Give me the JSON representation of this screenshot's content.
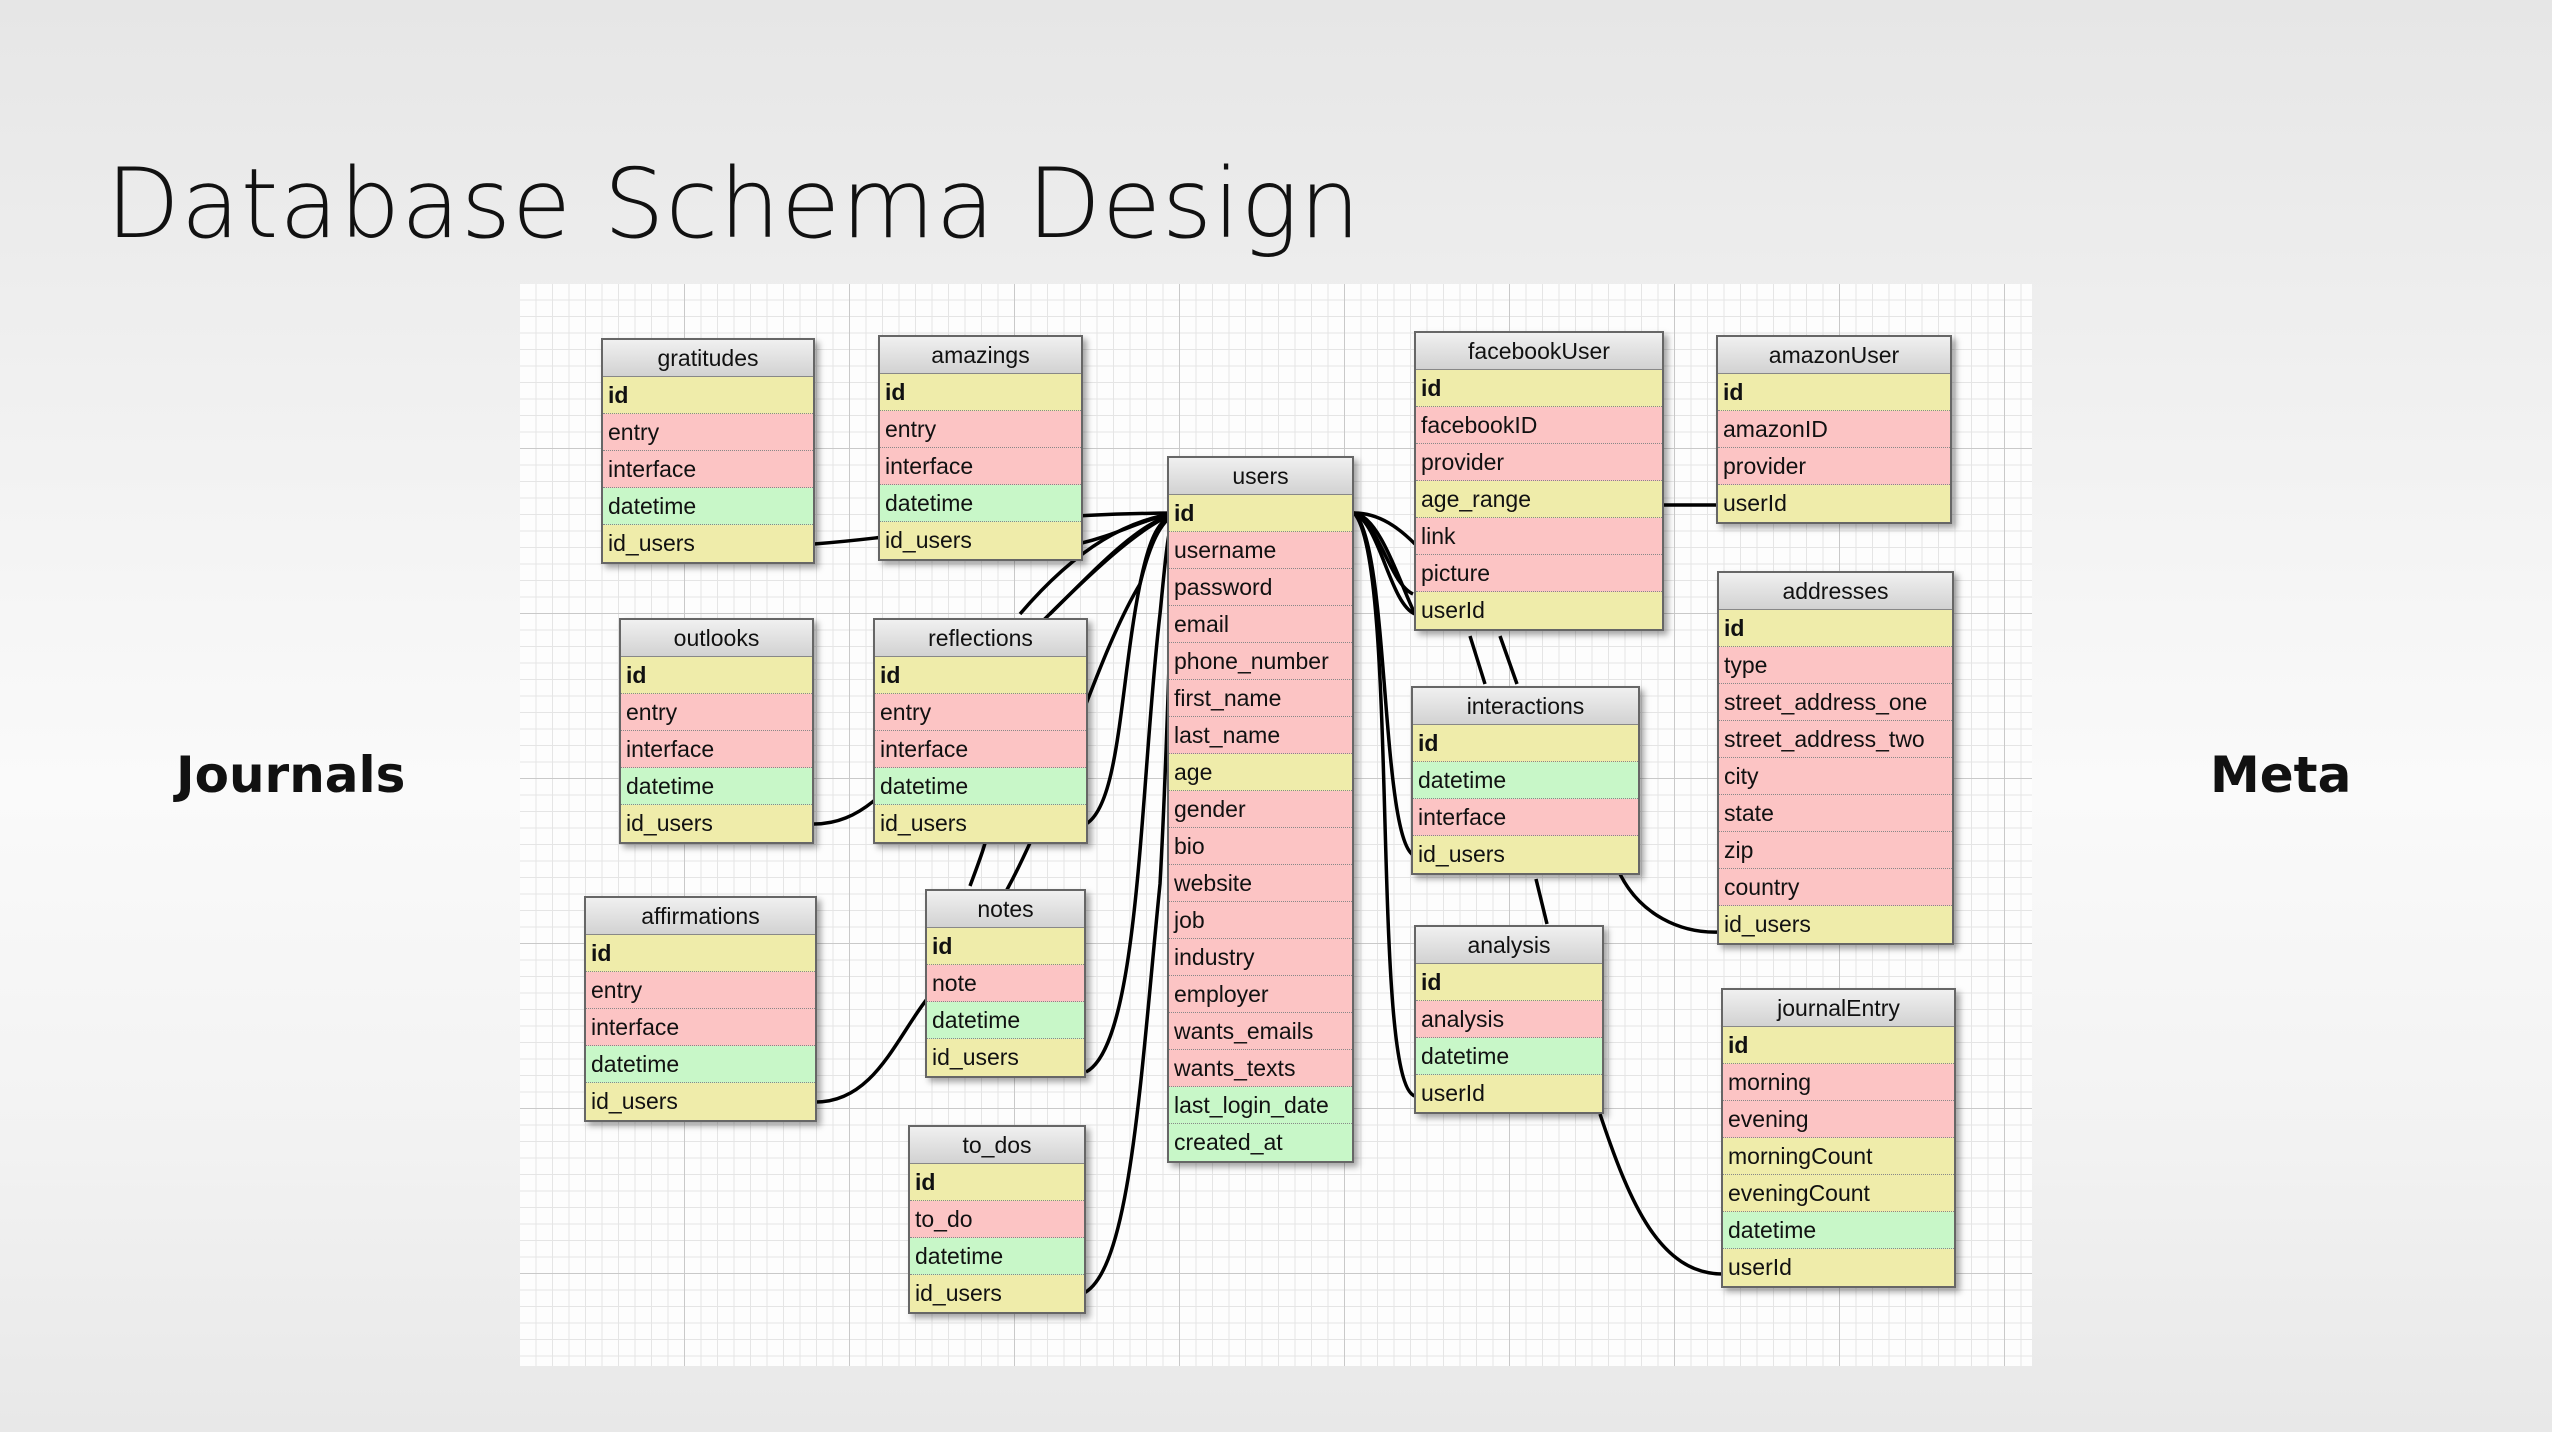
{
  "title": "Database Schema Design",
  "labels": {
    "left": "Journals",
    "right": "Meta"
  },
  "colors": {
    "key": "#efecaa",
    "text": "#fcc4c4",
    "date": "#c8f7c8"
  },
  "tables": {
    "gratitudes": {
      "name": "gratitudes",
      "fields": [
        {
          "label": "id",
          "c": "y",
          "pk": true
        },
        {
          "label": "entry",
          "c": "r"
        },
        {
          "label": "interface",
          "c": "r"
        },
        {
          "label": "datetime",
          "c": "g"
        },
        {
          "label": "id_users",
          "c": "y"
        }
      ]
    },
    "amazings": {
      "name": "amazings",
      "fields": [
        {
          "label": "id",
          "c": "y",
          "pk": true
        },
        {
          "label": "entry",
          "c": "r"
        },
        {
          "label": "interface",
          "c": "r"
        },
        {
          "label": "datetime",
          "c": "g"
        },
        {
          "label": "id_users",
          "c": "y"
        }
      ]
    },
    "outlooks": {
      "name": "outlooks",
      "fields": [
        {
          "label": "id",
          "c": "y",
          "pk": true
        },
        {
          "label": "entry",
          "c": "r"
        },
        {
          "label": "interface",
          "c": "r"
        },
        {
          "label": "datetime",
          "c": "g"
        },
        {
          "label": "id_users",
          "c": "y"
        }
      ]
    },
    "reflections": {
      "name": "reflections",
      "fields": [
        {
          "label": "id",
          "c": "y",
          "pk": true
        },
        {
          "label": "entry",
          "c": "r"
        },
        {
          "label": "interface",
          "c": "r"
        },
        {
          "label": "datetime",
          "c": "g"
        },
        {
          "label": "id_users",
          "c": "y"
        }
      ]
    },
    "affirmations": {
      "name": "affirmations",
      "fields": [
        {
          "label": "id",
          "c": "y",
          "pk": true
        },
        {
          "label": "entry",
          "c": "r"
        },
        {
          "label": "interface",
          "c": "r"
        },
        {
          "label": "datetime",
          "c": "g"
        },
        {
          "label": "id_users",
          "c": "y"
        }
      ]
    },
    "notes": {
      "name": "notes",
      "fields": [
        {
          "label": "id",
          "c": "y",
          "pk": true
        },
        {
          "label": "note",
          "c": "r"
        },
        {
          "label": "datetime",
          "c": "g"
        },
        {
          "label": "id_users",
          "c": "y"
        }
      ]
    },
    "to_dos": {
      "name": "to_dos",
      "fields": [
        {
          "label": "id",
          "c": "y",
          "pk": true
        },
        {
          "label": "to_do",
          "c": "r"
        },
        {
          "label": "datetime",
          "c": "g"
        },
        {
          "label": "id_users",
          "c": "y"
        }
      ]
    },
    "users": {
      "name": "users",
      "fields": [
        {
          "label": "id",
          "c": "y",
          "pk": true
        },
        {
          "label": "username",
          "c": "r"
        },
        {
          "label": "password",
          "c": "r"
        },
        {
          "label": "email",
          "c": "r"
        },
        {
          "label": "phone_number",
          "c": "r"
        },
        {
          "label": "first_name",
          "c": "r"
        },
        {
          "label": "last_name",
          "c": "r"
        },
        {
          "label": "age",
          "c": "y"
        },
        {
          "label": "gender",
          "c": "r"
        },
        {
          "label": "bio",
          "c": "r"
        },
        {
          "label": "website",
          "c": "r"
        },
        {
          "label": "job",
          "c": "r"
        },
        {
          "label": "industry",
          "c": "r"
        },
        {
          "label": "employer",
          "c": "r"
        },
        {
          "label": "wants_emails",
          "c": "r"
        },
        {
          "label": "wants_texts",
          "c": "r"
        },
        {
          "label": "last_login_date",
          "c": "g"
        },
        {
          "label": "created_at",
          "c": "g"
        }
      ]
    },
    "facebookUser": {
      "name": "facebookUser",
      "fields": [
        {
          "label": "id",
          "c": "y",
          "pk": true
        },
        {
          "label": "facebookID",
          "c": "r"
        },
        {
          "label": "provider",
          "c": "r"
        },
        {
          "label": "age_range",
          "c": "y"
        },
        {
          "label": "link",
          "c": "r"
        },
        {
          "label": "picture",
          "c": "r"
        },
        {
          "label": "userId",
          "c": "y"
        }
      ]
    },
    "amazonUser": {
      "name": "amazonUser",
      "fields": [
        {
          "label": "id",
          "c": "y",
          "pk": true
        },
        {
          "label": "amazonID",
          "c": "r"
        },
        {
          "label": "provider",
          "c": "r"
        },
        {
          "label": "userId",
          "c": "y"
        }
      ]
    },
    "addresses": {
      "name": "addresses",
      "fields": [
        {
          "label": "id",
          "c": "y",
          "pk": true
        },
        {
          "label": "type",
          "c": "r"
        },
        {
          "label": "street_address_one",
          "c": "r"
        },
        {
          "label": "street_address_two",
          "c": "r"
        },
        {
          "label": "city",
          "c": "r"
        },
        {
          "label": "state",
          "c": "r"
        },
        {
          "label": "zip",
          "c": "r"
        },
        {
          "label": "country",
          "c": "r"
        },
        {
          "label": "id_users",
          "c": "y"
        }
      ]
    },
    "interactions": {
      "name": "interactions",
      "fields": [
        {
          "label": "id",
          "c": "y",
          "pk": true
        },
        {
          "label": "datetime",
          "c": "g"
        },
        {
          "label": "interface",
          "c": "r"
        },
        {
          "label": "id_users",
          "c": "y"
        }
      ]
    },
    "analysis": {
      "name": "analysis",
      "fields": [
        {
          "label": "id",
          "c": "y",
          "pk": true
        },
        {
          "label": "analysis",
          "c": "r"
        },
        {
          "label": "datetime",
          "c": "g"
        },
        {
          "label": "userId",
          "c": "y"
        }
      ]
    },
    "journalEntry": {
      "name": "journalEntry",
      "fields": [
        {
          "label": "id",
          "c": "y",
          "pk": true
        },
        {
          "label": "morning",
          "c": "r"
        },
        {
          "label": "evening",
          "c": "r"
        },
        {
          "label": "morningCount",
          "c": "y"
        },
        {
          "label": "eveningCount",
          "c": "y"
        },
        {
          "label": "datetime",
          "c": "g"
        },
        {
          "label": "userId",
          "c": "y"
        }
      ]
    }
  }
}
